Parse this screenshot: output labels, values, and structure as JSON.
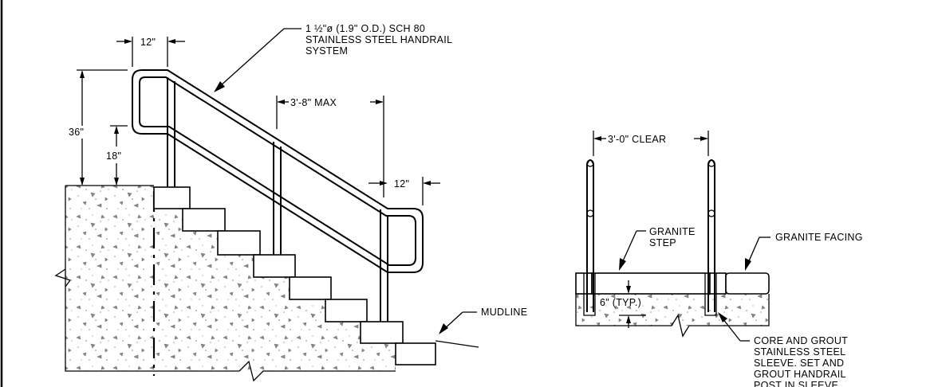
{
  "elevation": {
    "handrail_callout": [
      "1 ½\"ø (1.9\" O.D.) SCH 80",
      "STAINLESS STEEL HANDRAIL",
      "SYSTEM"
    ],
    "dim_top_extension": "12\"",
    "dim_height_36": "36\"",
    "dim_height_18": "18\"",
    "dim_post_spacing": "3'-8\" MAX",
    "dim_bottom_extension": "12\"",
    "mudline": "MUDLINE"
  },
  "section": {
    "dim_clear": "3'-0\" CLEAR",
    "granite_step": [
      "GRANITE",
      "STEP"
    ],
    "granite_facing": "GRANITE FACING",
    "sleeve_depth": "6\" (TYP.)",
    "core_note": [
      "CORE AND GROUT",
      "STAINLESS STEEL",
      "SLEEVE. SET AND",
      "GROUT HANDRAIL",
      "POST IN SLEEVE."
    ]
  }
}
